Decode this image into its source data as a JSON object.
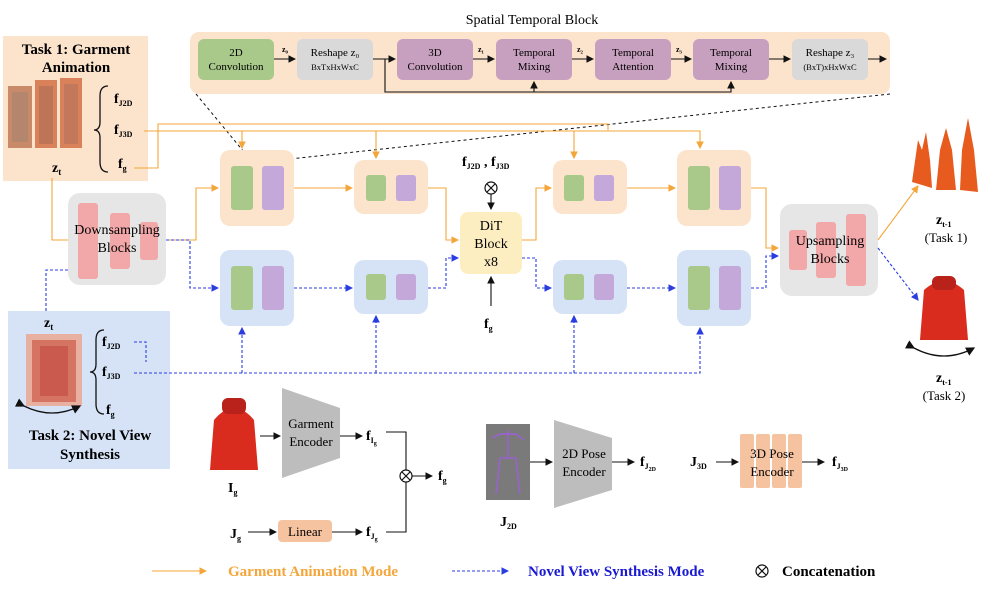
{
  "spatial_temporal_block": {
    "title": "Spatial Temporal Block",
    "conv2d": [
      "2D",
      "Convolution"
    ],
    "reshape0": [
      "Reshape z₀",
      "BxTxHxWxC"
    ],
    "conv3d": [
      "3D",
      "Convolution"
    ],
    "temporal_mixing_1": [
      "Temporal",
      "Mixing"
    ],
    "temporal_attention": [
      "Temporal",
      "Attention"
    ],
    "temporal_mixing_2": [
      "Temporal",
      "Mixing"
    ],
    "reshape3": [
      "Reshape z₃",
      "(BxT)xHxWxC"
    ],
    "edge_labels": [
      "z₀",
      "z₁",
      "z₂",
      "z₃"
    ]
  },
  "task1": {
    "title": [
      "Task 1: Garment",
      "Animation"
    ],
    "inputs": [
      "f",
      "f",
      "f"
    ],
    "input_subs": [
      "J2D",
      "J3D",
      "g"
    ],
    "latent": "z",
    "latent_sub": "t"
  },
  "task2": {
    "title": [
      "Task 2: Novel View",
      "Synthesis"
    ],
    "inputs": [
      "f",
      "f",
      "f"
    ],
    "input_subs": [
      "J2D",
      "J3D",
      "g"
    ],
    "latent": "z",
    "latent_sub": "t"
  },
  "downsampling": [
    "Downsampling",
    "Blocks"
  ],
  "upsampling": [
    "Upsampling",
    "Blocks"
  ],
  "dit": [
    "DiT",
    "Block",
    "x8"
  ],
  "dit_inputs": {
    "top": "f",
    "top_subs": [
      "J2D",
      "J3D"
    ],
    "bottom": "f",
    "bottom_sub": "g"
  },
  "outputs": {
    "task1": {
      "latent": "z",
      "sub": "t-1",
      "caption": "(Task 1)"
    },
    "task2": {
      "latent": "z",
      "sub": "t-1",
      "caption": "(Task 2)"
    }
  },
  "encoders": {
    "garment_encoder": [
      "Garment",
      "Encoder"
    ],
    "linear": "Linear",
    "pose2d_encoder": [
      "2D Pose",
      "Encoder"
    ],
    "pose3d_encoder": [
      "3D Pose",
      "Encoder"
    ],
    "I_g": {
      "main": "I",
      "sub": "g"
    },
    "J_g": {
      "main": "J",
      "sub": "g"
    },
    "J_2D": {
      "main": "J",
      "sub": "2D"
    },
    "J_3D": {
      "main": "J",
      "sub": "3D"
    },
    "f_Ig": {
      "main": "f",
      "sub": "I",
      "subsub": "g"
    },
    "f_Jg": {
      "main": "f",
      "sub": "J",
      "subsub": "g"
    },
    "f_g": {
      "main": "f",
      "sub": "g"
    },
    "f_J2D": {
      "main": "f",
      "sub": "J",
      "subsub": "2D"
    },
    "f_J3D": {
      "main": "f",
      "sub": "J",
      "subsub": "3D"
    }
  },
  "legend": {
    "animation": "Garment Animation Mode",
    "novel_view": "Novel View Synthesis Mode",
    "concat": "Concatenation"
  },
  "colors": {
    "orange": "#f4a63a",
    "blue": "#2b3de0",
    "peach_panel": "#fbe3cc",
    "blue_panel": "#d6e3f7",
    "green": "#a9c98a",
    "purple": "#c3a8d9",
    "pink": "#f2a7a9",
    "gray_panel": "#e6e6e6",
    "mauve": "#c8a0bf",
    "dit": "#fdeec2",
    "encoder_orange": "#f6c3a1"
  }
}
